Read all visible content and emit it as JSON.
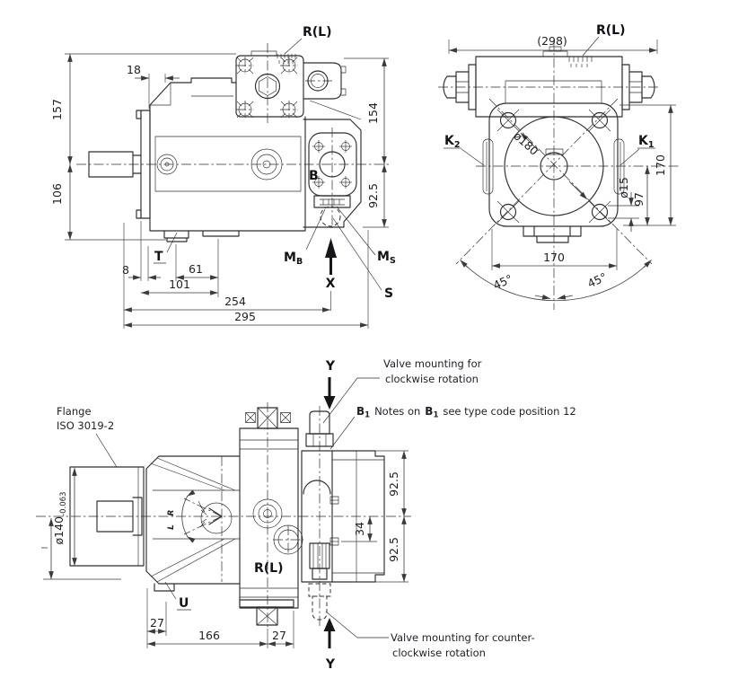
{
  "drawing": {
    "background": "#ffffff",
    "line_color": "#2e2e2e",
    "text_color": "#1c1f26",
    "side_view": {
      "port_rl": "R(L)",
      "port_b": "B",
      "port_t": "T",
      "port_s": "S",
      "port_x": "X",
      "port_mb": {
        "base": "M",
        "sub": "B"
      },
      "port_ms": {
        "base": "M",
        "sub": "S"
      },
      "dim_18": "18",
      "dim_157": "157",
      "dim_106": "106",
      "dim_154": "154",
      "dim_92_5": "92.5",
      "dim_8": "8",
      "dim_61": "61",
      "dim_101": "101",
      "dim_254": "254",
      "dim_295": "295"
    },
    "rear_view": {
      "dim_298": "(298)",
      "port_rl": "R(L)",
      "port_k2": {
        "base": "K",
        "sub": "2"
      },
      "port_k1": {
        "base": "K",
        "sub": "1"
      },
      "dim_d180": "ø180",
      "dim_d15": "ø15",
      "dim_97": "97",
      "dim_170_v": "170",
      "dim_170_h": "170",
      "angle_left": "45°",
      "angle_right": "45°"
    },
    "top_view": {
      "flange_line1": "Flange",
      "flange_line2": "ISO 3019-2",
      "shaft_dia": "ø140",
      "shaft_tol": "-0.063",
      "section_y_top": "Y",
      "section_y_bottom": "Y",
      "note_cw_line1": "Valve mounting for",
      "note_cw_line2": "clockwise rotation",
      "note_ccw_line1": "Valve mounting for counter-",
      "note_ccw_line2": "clockwise rotation",
      "note_b1": {
        "base": "B",
        "sub": "1",
        "mid": "Notes on",
        "base2": "B",
        "sub2": "1",
        "rest": "see type code position 12"
      },
      "port_rl": "R(L)",
      "port_u": "U",
      "rot_r": "R",
      "rot_l": "L",
      "dim_92_5_top": "92.5",
      "dim_34": "34",
      "dim_92_5_bot": "92.5",
      "dim_27_left": "27",
      "dim_166": "166",
      "dim_27_right": "27"
    }
  }
}
